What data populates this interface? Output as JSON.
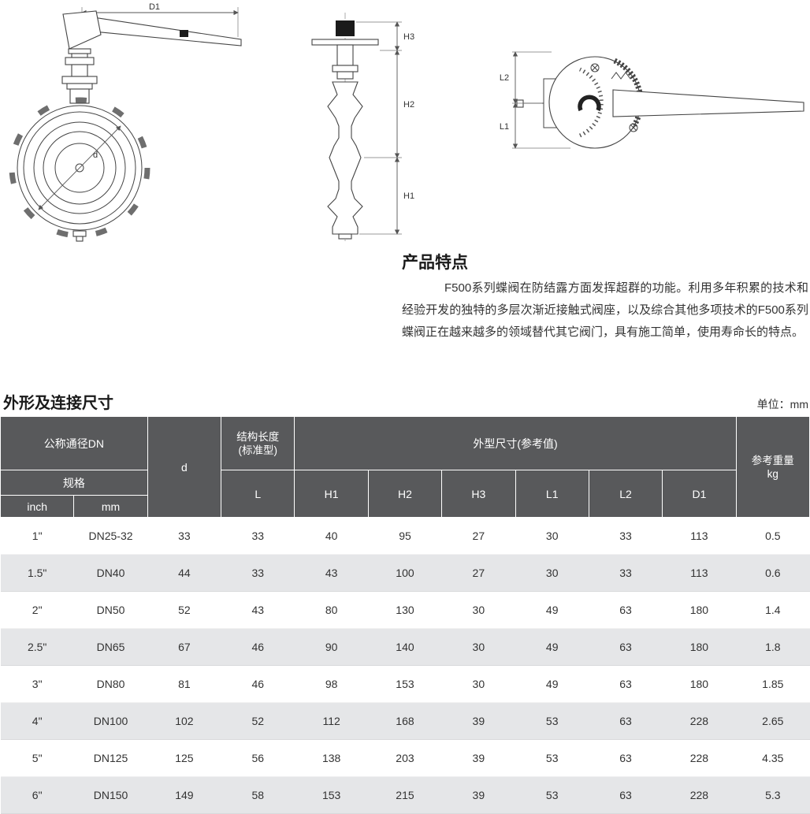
{
  "features": {
    "title": "产品特点",
    "body": "F500系列蝶阀在防结露方面发挥超群的功能。利用多年积累的技术和经验开发的独特的多层次渐近接触式阀座，以及综合其他多项技术的F500系列蝶阀正在越来越多的领域替代其它阀门，具有施工简单，使用寿命长的特点。"
  },
  "dimensions_section": {
    "title": "外形及连接尺寸",
    "unit_label": "单位：mm"
  },
  "drawing_labels": {
    "D1": "D1",
    "d": "d",
    "H1": "H1",
    "H2": "H2",
    "H3": "H3",
    "L1": "L1",
    "L2": "L2"
  },
  "table": {
    "headers": {
      "nominal_dn": "公称通径DN",
      "spec": "规格",
      "inch": "inch",
      "mm": "mm",
      "d": "d",
      "structure_length_line1": "结构长度",
      "structure_length_line2": "(标准型)",
      "L": "L",
      "outline_dims": "外型尺寸(参考值)",
      "H1": "H1",
      "H2": "H2",
      "H3": "H3",
      "L1": "L1",
      "L2": "L2",
      "D1": "D1",
      "weight_line1": "参考重量",
      "weight_line2": "kg"
    },
    "rows": [
      [
        "1\"",
        "DN25-32",
        "33",
        "33",
        "40",
        "95",
        "27",
        "30",
        "33",
        "113",
        "0.5"
      ],
      [
        "1.5\"",
        "DN40",
        "44",
        "33",
        "43",
        "100",
        "27",
        "30",
        "33",
        "113",
        "0.6"
      ],
      [
        "2\"",
        "DN50",
        "52",
        "43",
        "80",
        "130",
        "30",
        "49",
        "63",
        "180",
        "1.4"
      ],
      [
        "2.5\"",
        "DN65",
        "67",
        "46",
        "90",
        "140",
        "30",
        "49",
        "63",
        "180",
        "1.8"
      ],
      [
        "3\"",
        "DN80",
        "81",
        "46",
        "98",
        "153",
        "30",
        "49",
        "63",
        "180",
        "1.85"
      ],
      [
        "4\"",
        "DN100",
        "102",
        "52",
        "112",
        "168",
        "39",
        "53",
        "63",
        "228",
        "2.65"
      ],
      [
        "5\"",
        "DN125",
        "125",
        "56",
        "138",
        "203",
        "39",
        "53",
        "63",
        "228",
        "4.35"
      ],
      [
        "6\"",
        "DN150",
        "149",
        "58",
        "153",
        "215",
        "39",
        "53",
        "63",
        "228",
        "5.3"
      ]
    ]
  },
  "colors": {
    "header_bg": "#58595b",
    "alt_row_bg": "#e5e6e8"
  }
}
